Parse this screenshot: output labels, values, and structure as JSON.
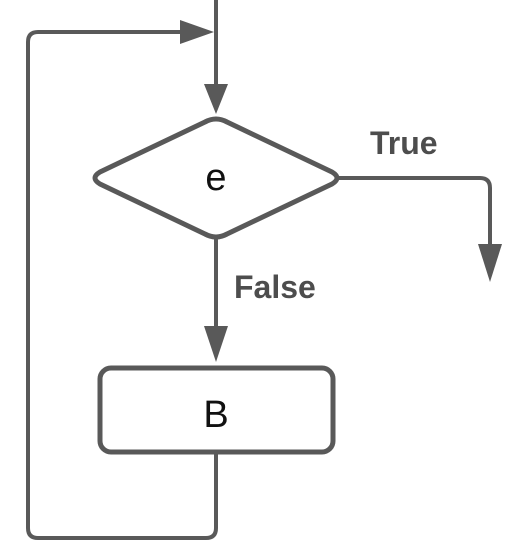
{
  "diagram": {
    "nodes": {
      "decision": {
        "label": "e",
        "shape": "diamond"
      },
      "process": {
        "label": "B",
        "shape": "rounded-rectangle"
      }
    },
    "edges": {
      "true_label": "True",
      "false_label": "False"
    },
    "colors": {
      "line": "#595959",
      "node_fill": "#ffffff",
      "node_text": "#111111",
      "edge_label": "#4d4d4d"
    }
  }
}
